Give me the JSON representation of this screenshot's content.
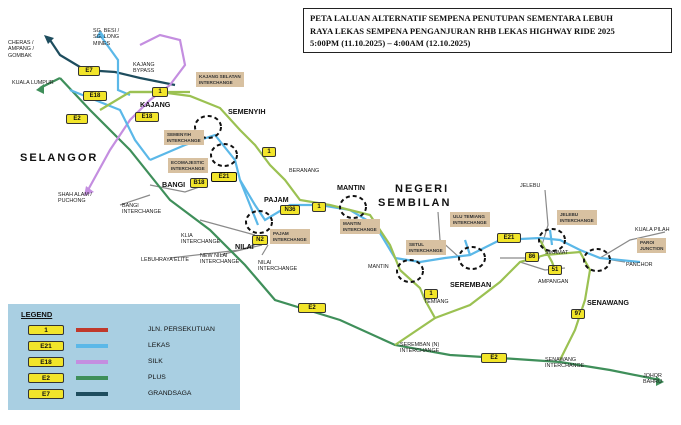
{
  "title": {
    "line1": "PETA LALUAN ALTERNATIF SEMPENA PENUTUPAN SEMENTARA LEBUH",
    "line2": "RAYA LEKAS SEMPENA PENGANJURAN RHB LEKAS HIGHWAY RIDE 2025",
    "line3": "5:00PM (11.10.2025) – 4:00AM (12.10.2025)"
  },
  "regions": {
    "selangor": "SELANGOR",
    "negeri_line1": "NEGERI",
    "negeri_line2": "SEMBILAN"
  },
  "towns": {
    "semenyih": "SEMENYIH",
    "kajang": "KAJANG",
    "bangi": "BANGI",
    "pajam": "PAJAM",
    "mantin": "MANTIN",
    "nilai": "NILAI",
    "seremban": "SEREMBAN",
    "senawang": "SENAWANG"
  },
  "places": {
    "cheras": "CHERAS /\nAMPANG /\nGOMBAK",
    "sgbesi": "SG. BESI /\nSG. LONG\nMINES",
    "kajang_bypass": "KAJANG\nBYPASS",
    "kuala_lumpur": "KUALA LUMPUR",
    "shah_alam": "SHAH ALAM /\nPUCHONG",
    "bangi_ic": "BANGI\nINTERCHANGE",
    "klia_ic": "KLIA\nINTERCHANGE",
    "lebuhraya_elite": "LEBUHRAYA ELITE",
    "new_nilai_ic": "NEW NILAI\nINTERCHANGE",
    "nilai_ic": "NILAI\nINTERCHANGE",
    "beranang": "BERANANG",
    "mantin_small": "MANTIN",
    "jelebu": "JELEBU",
    "sikamat": "SIKAMAT",
    "kuala_pilah": "KUALA PILAH",
    "panchor": "PANCHOR",
    "ampangan": "AMPANGAN",
    "temiang": "TEMIANG",
    "seremban_n_ic": "SEREMBAN (N)\nINTERCHANGE",
    "senawang_ic": "SENAWANG\nINTERCHANGE",
    "johor_bahru": "JOHOR\nBAHRU"
  },
  "interchanges": {
    "kajang_selatan": "KAJANG SELATAN\nINTERCHANGE",
    "semenyih_ic": "SEMENYIH\nINTERCHANGE",
    "ecomajestic": "ECOMAJESTIC\nINTERCHANGE",
    "pajam_ic": "PAJAM\nINTERCHANGE",
    "mantin_ic": "MANTIN\nINTERCHANGE",
    "setul_ic": "SETUL\nINTERCHANGE",
    "ulu_temiang": "ULU TEMIANG\nINTERCHANGE",
    "jelebu_ic": "JELEBU\nINTERCHANGE",
    "paroi": "PAROI\nJUNCTION"
  },
  "shields": {
    "e7": "E7",
    "e18a": "E18",
    "e18b": "E18",
    "e2a": "E2",
    "r1a": "1",
    "r1b": "1",
    "r1c": "1",
    "r1d": "1",
    "b18": "B18",
    "e21a": "E21",
    "e21b": "E21",
    "n36": "N36",
    "n2": "N2",
    "e2b": "E2",
    "e2c": "E2",
    "r86": "86",
    "r51": "51",
    "r97": "97"
  },
  "legend": {
    "title": "LEGEND",
    "items": [
      {
        "shield": "1",
        "label": "JLN. PERSEKUTUAN",
        "color": "#c0392b"
      },
      {
        "shield": "E21",
        "label": "LEKAS",
        "color": "#5bb8e8"
      },
      {
        "shield": "E18",
        "label": "SILK",
        "color": "#c48ee0"
      },
      {
        "shield": "E2",
        "label": "PLUS",
        "color": "#3f8f5a"
      },
      {
        "shield": "E7",
        "label": "GRANDSAGA",
        "color": "#1e4d5e"
      }
    ]
  },
  "colors": {
    "lekas": "#5bb8e8",
    "silk": "#c48ee0",
    "plus": "#3f8f5a",
    "grandsaga": "#1e4d5e",
    "federal_road": "#9bc152",
    "local_road": "#8a8a8a",
    "interchange_box": "#d8c1a1",
    "shield": "#f2e52a",
    "legend_bg": "#a9cfe2"
  }
}
